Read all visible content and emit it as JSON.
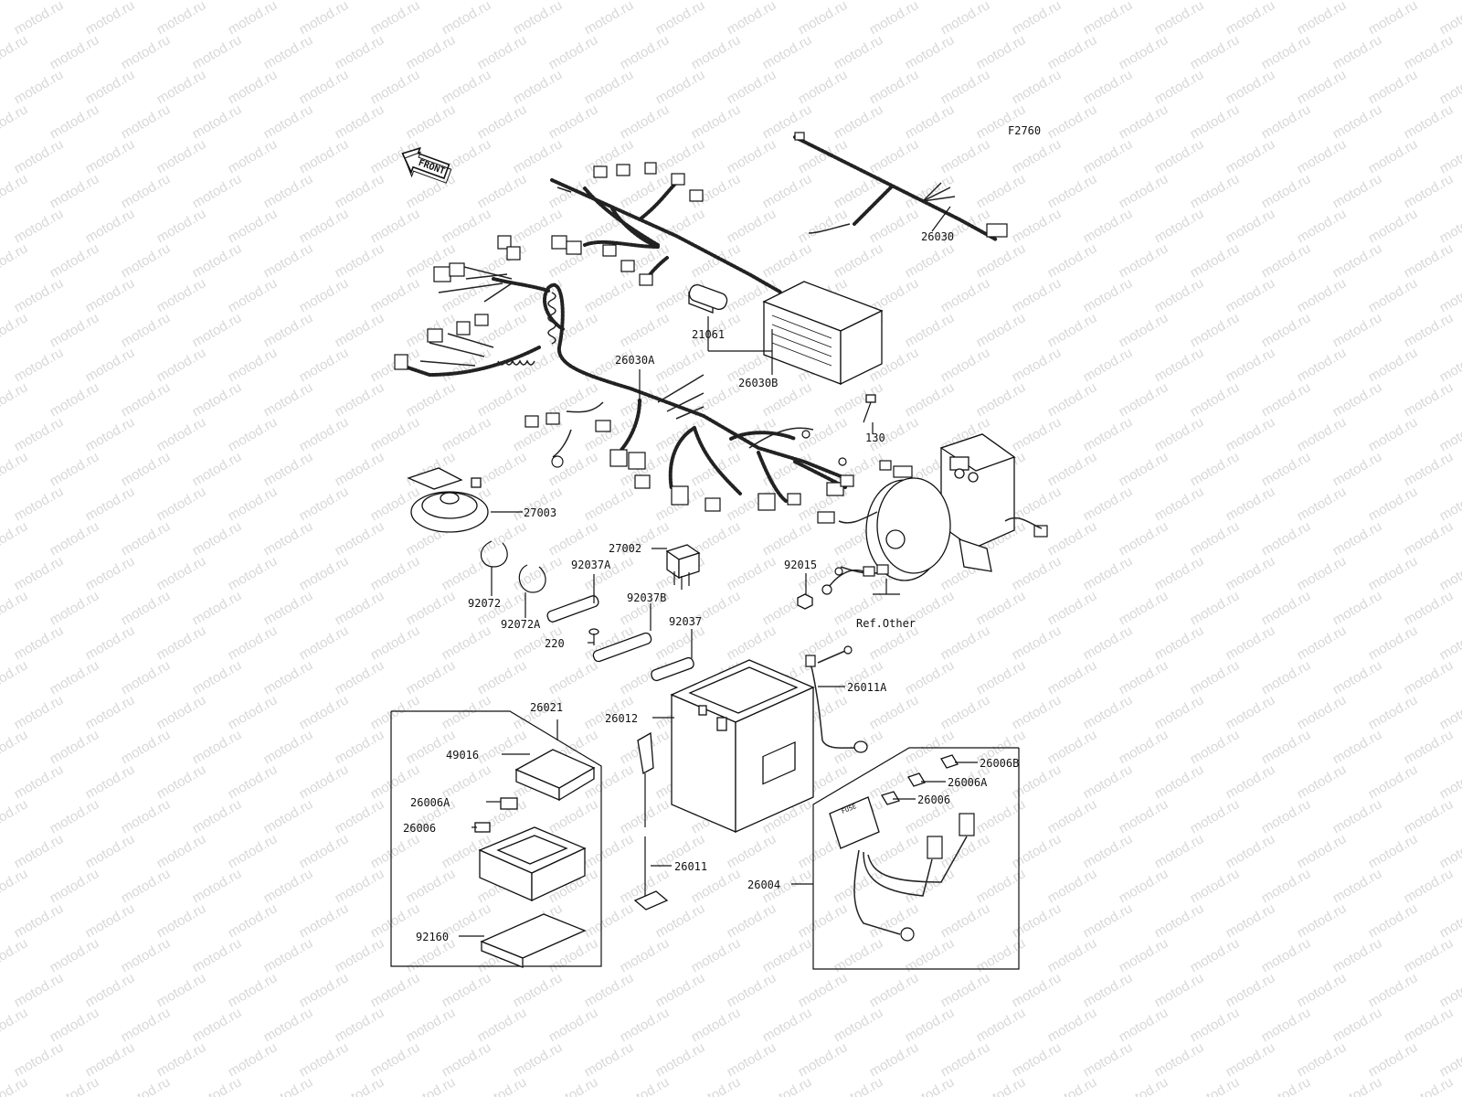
{
  "watermark": "motod.ru",
  "figure_code": "F2760",
  "front_label": "FRONT",
  "ref_other": "Ref.Other",
  "part_labels": {
    "p26030": "26030",
    "p21061": "21061",
    "p26030A": "26030A",
    "p26030B": "26030B",
    "p130": "130",
    "p27003": "27003",
    "p27002": "27002",
    "p92037A": "92037A",
    "p92015": "92015",
    "p92072": "92072",
    "p92072A": "92072A",
    "p92037B": "92037B",
    "p92037": "92037",
    "p220": "220",
    "p26011A": "26011A",
    "p26021": "26021",
    "p26012": "26012",
    "p49016": "49016",
    "p26006A_left": "26006A",
    "p26006_left": "26006",
    "p92160": "92160",
    "p26011": "26011",
    "p26006B": "26006B",
    "p26006A_right": "26006A",
    "p26006_right": "26006",
    "p26004": "26004"
  },
  "fuse_text": "FUSE"
}
